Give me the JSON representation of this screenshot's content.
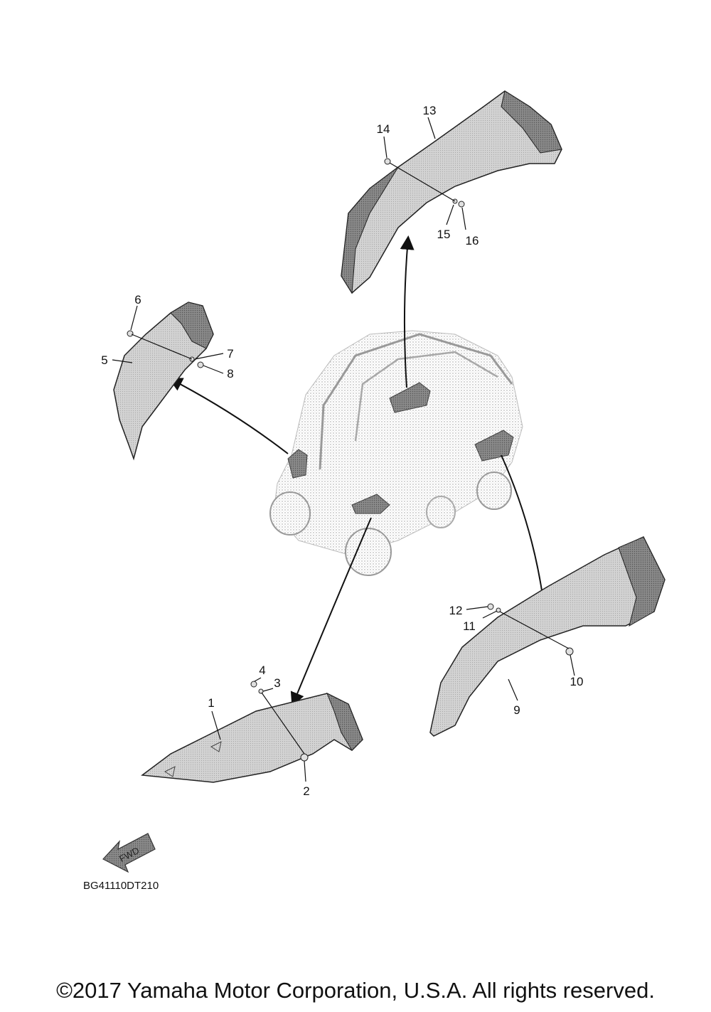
{
  "callouts": [
    {
      "id": "1",
      "label": "1"
    },
    {
      "id": "2",
      "label": "2"
    },
    {
      "id": "3",
      "label": "3"
    },
    {
      "id": "4",
      "label": "4"
    },
    {
      "id": "5",
      "label": "5"
    },
    {
      "id": "6",
      "label": "6"
    },
    {
      "id": "7",
      "label": "7"
    },
    {
      "id": "8",
      "label": "8"
    },
    {
      "id": "9",
      "label": "9"
    },
    {
      "id": "10",
      "label": "10"
    },
    {
      "id": "11",
      "label": "11"
    },
    {
      "id": "12",
      "label": "12"
    },
    {
      "id": "13",
      "label": "13"
    },
    {
      "id": "14",
      "label": "14"
    },
    {
      "id": "15",
      "label": "15"
    },
    {
      "id": "16",
      "label": "16"
    }
  ],
  "fwd_label": "FWD",
  "diagram_code": "BG41110DT210",
  "copyright": "©2017 Yamaha Motor Corporation, U.S.A. All rights reserved.",
  "colors": {
    "part_fill": "#c8c8c8",
    "part_dark": "#7a7a7a",
    "line": "#111111",
    "vehicle_stipple": "#b5b5b5"
  }
}
